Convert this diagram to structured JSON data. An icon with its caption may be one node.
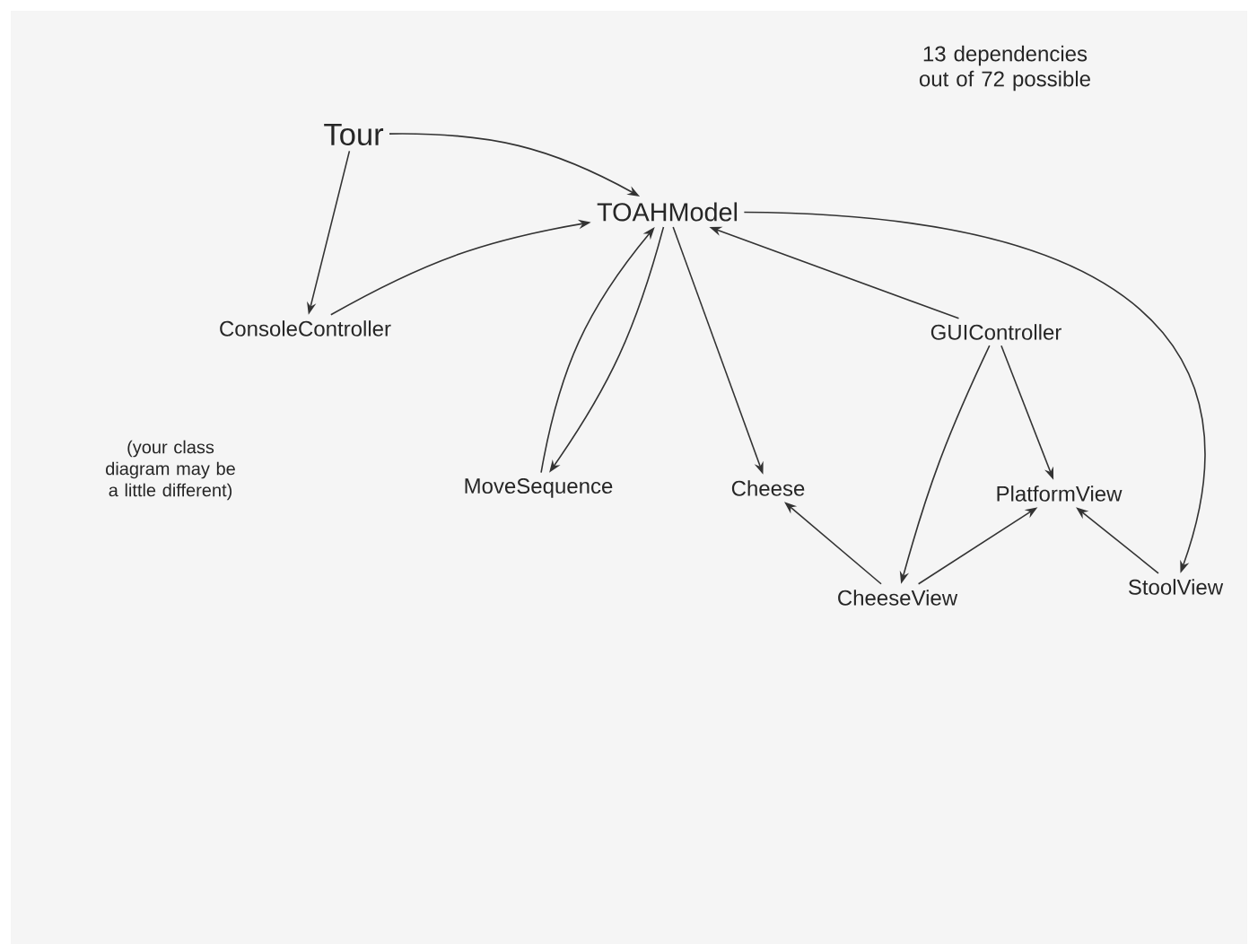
{
  "diagram": {
    "nodes": [
      {
        "text": [
          "Tour"
        ]
      },
      {
        "text": [
          "TOAHModel"
        ]
      },
      {
        "text": [
          "ConsoleController"
        ]
      },
      {
        "text": [
          "MoveSequence"
        ]
      },
      {
        "text": [
          "Cheese"
        ]
      },
      {
        "text": [
          "GUIController"
        ]
      },
      {
        "text": [
          "PlatformView"
        ]
      },
      {
        "text": [
          "CheeseView"
        ]
      },
      {
        "text": [
          "StoolView"
        ]
      }
    ],
    "edges": [
      {
        "from": 0,
        "to": 1,
        "arrow": "to"
      },
      {
        "from": 0,
        "to": 2,
        "arrow": "to"
      },
      {
        "from": 2,
        "to": 1,
        "arrow": "to"
      },
      {
        "from": 3,
        "to": 1,
        "arrow": "to"
      },
      {
        "from": 1,
        "to": 3,
        "arrow": "to"
      },
      {
        "from": 1,
        "to": 4,
        "arrow": "to"
      },
      {
        "from": 5,
        "to": 1,
        "arrow": "to"
      },
      {
        "from": 5,
        "to": 7,
        "arrow": "to"
      },
      {
        "from": 5,
        "to": 6,
        "arrow": "to"
      },
      {
        "from": 7,
        "to": 4,
        "arrow": "to"
      },
      {
        "from": 7,
        "to": 6,
        "arrow": "to"
      },
      {
        "from": 8,
        "to": 6,
        "arrow": "to"
      },
      {
        "from": 1,
        "to": 8,
        "arrow": "to"
      }
    ],
    "labels": [
      "13 dependencies out of 72 possible",
      "(your class diagram may be a little different)"
    ]
  }
}
